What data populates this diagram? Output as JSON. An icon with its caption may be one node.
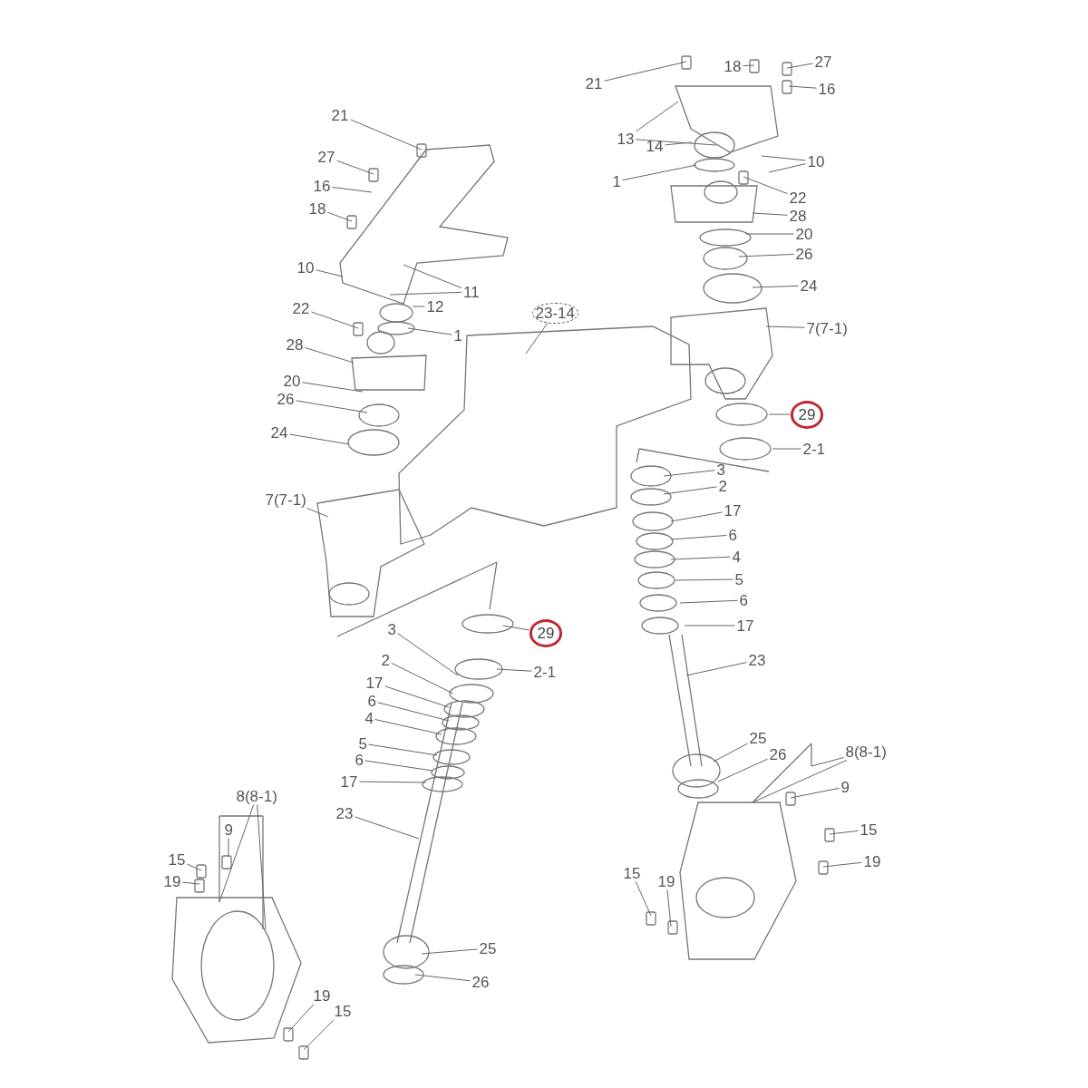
{
  "diagram": {
    "nodes": [
      {
        "text": [
          "21"
        ]
      },
      {
        "text": [
          "27"
        ]
      },
      {
        "text": [
          "16"
        ]
      },
      {
        "text": [
          "18"
        ]
      },
      {
        "text": [
          "10"
        ]
      },
      {
        "text": [
          "11"
        ]
      },
      {
        "text": [
          "12"
        ]
      },
      {
        "text": [
          "22"
        ]
      },
      {
        "text": [
          "1"
        ]
      },
      {
        "text": [
          "28"
        ]
      },
      {
        "text": [
          "20"
        ]
      },
      {
        "text": [
          "26"
        ]
      },
      {
        "text": [
          "24"
        ]
      },
      {
        "text": [
          "7(7-1)"
        ]
      },
      {
        "text": [
          "23-14"
        ]
      },
      {
        "text": [
          "21"
        ]
      },
      {
        "text": [
          "18"
        ]
      },
      {
        "text": [
          "27"
        ]
      },
      {
        "text": [
          "16"
        ]
      },
      {
        "text": [
          "13"
        ]
      },
      {
        "text": [
          "14"
        ]
      },
      {
        "text": [
          "1"
        ]
      },
      {
        "text": [
          "10"
        ]
      },
      {
        "text": [
          "22"
        ]
      },
      {
        "text": [
          "28"
        ]
      },
      {
        "text": [
          "20"
        ]
      },
      {
        "text": [
          "26"
        ]
      },
      {
        "text": [
          "24"
        ]
      },
      {
        "text": [
          "7(7-1)"
        ]
      },
      {
        "text": [
          "29"
        ]
      },
      {
        "text": [
          "2-1"
        ]
      },
      {
        "text": [
          "3"
        ]
      },
      {
        "text": [
          "2"
        ]
      },
      {
        "text": [
          "17"
        ]
      },
      {
        "text": [
          "6"
        ]
      },
      {
        "text": [
          "4"
        ]
      },
      {
        "text": [
          "5"
        ]
      },
      {
        "text": [
          "6"
        ]
      },
      {
        "text": [
          "17"
        ]
      },
      {
        "text": [
          "23"
        ]
      },
      {
        "text": [
          "25"
        ]
      },
      {
        "text": [
          "26"
        ]
      },
      {
        "text": [
          "8(8-1)"
        ]
      },
      {
        "text": [
          "9"
        ]
      },
      {
        "text": [
          "15"
        ]
      },
      {
        "text": [
          "19"
        ]
      },
      {
        "text": [
          "15"
        ]
      },
      {
        "text": [
          "19"
        ]
      },
      {
        "text": [
          "29"
        ]
      },
      {
        "text": [
          "3"
        ]
      },
      {
        "text": [
          "2-1"
        ]
      },
      {
        "text": [
          "2"
        ]
      },
      {
        "text": [
          "17"
        ]
      },
      {
        "text": [
          "6"
        ]
      },
      {
        "text": [
          "4"
        ]
      },
      {
        "text": [
          "5"
        ]
      },
      {
        "text": [
          "6"
        ]
      },
      {
        "text": [
          "17"
        ]
      },
      {
        "text": [
          "23"
        ]
      },
      {
        "text": [
          "25"
        ]
      },
      {
        "text": [
          "26"
        ]
      },
      {
        "text": [
          "8(8-1)"
        ]
      },
      {
        "text": [
          "9"
        ]
      },
      {
        "text": [
          "15"
        ]
      },
      {
        "text": [
          "19"
        ]
      },
      {
        "text": [
          "19"
        ]
      },
      {
        "text": [
          "15"
        ]
      }
    ],
    "edges": [
      {
        "from": 0,
        "to": null,
        "arrow": "none"
      },
      {
        "from": 1,
        "to": null,
        "arrow": "none"
      },
      {
        "from": 2,
        "to": null,
        "arrow": "none"
      },
      {
        "from": 3,
        "to": null,
        "arrow": "none"
      },
      {
        "from": 4,
        "to": null,
        "arrow": "none"
      },
      {
        "from": 5,
        "to": null,
        "arrow": "none"
      },
      {
        "from": 5,
        "to": null,
        "arrow": "none"
      },
      {
        "from": 6,
        "to": null,
        "arrow": "none"
      },
      {
        "from": 7,
        "to": null,
        "arrow": "none"
      },
      {
        "from": 8,
        "to": null,
        "arrow": "none"
      },
      {
        "from": 9,
        "to": null,
        "arrow": "none"
      },
      {
        "from": 10,
        "to": null,
        "arrow": "none"
      },
      {
        "from": 11,
        "to": null,
        "arrow": "none"
      },
      {
        "from": 12,
        "to": null,
        "arrow": "none"
      },
      {
        "from": 13,
        "to": null,
        "arrow": "none"
      },
      {
        "from": 14,
        "to": null,
        "arrow": "none"
      },
      {
        "from": 15,
        "to": null,
        "arrow": "none"
      },
      {
        "from": 16,
        "to": null,
        "arrow": "none"
      },
      {
        "from": 17,
        "to": null,
        "arrow": "none"
      },
      {
        "from": 18,
        "to": null,
        "arrow": "none"
      },
      {
        "from": 19,
        "to": null,
        "arrow": "none"
      },
      {
        "from": 19,
        "to": null,
        "arrow": "none"
      },
      {
        "from": 20,
        "to": null,
        "arrow": "none"
      },
      {
        "from": 21,
        "to": null,
        "arrow": "none"
      },
      {
        "from": 22,
        "to": null,
        "arrow": "none"
      },
      {
        "from": 22,
        "to": null,
        "arrow": "none"
      },
      {
        "from": 23,
        "to": null,
        "arrow": "none"
      },
      {
        "from": 24,
        "to": null,
        "arrow": "none"
      },
      {
        "from": 25,
        "to": null,
        "arrow": "none"
      },
      {
        "from": 26,
        "to": null,
        "arrow": "none"
      },
      {
        "from": 27,
        "to": null,
        "arrow": "none"
      },
      {
        "from": 28,
        "to": null,
        "arrow": "none"
      },
      {
        "from": 29,
        "to": null,
        "arrow": "none"
      },
      {
        "from": 30,
        "to": null,
        "arrow": "none"
      },
      {
        "from": 31,
        "to": null,
        "arrow": "none"
      },
      {
        "from": 32,
        "to": null,
        "arrow": "none"
      },
      {
        "from": 33,
        "to": null,
        "arrow": "none"
      },
      {
        "from": 34,
        "to": null,
        "arrow": "none"
      },
      {
        "from": 35,
        "to": null,
        "arrow": "none"
      },
      {
        "from": 36,
        "to": null,
        "arrow": "none"
      },
      {
        "from": 37,
        "to": null,
        "arrow": "none"
      },
      {
        "from": 38,
        "to": null,
        "arrow": "none"
      },
      {
        "from": 39,
        "to": null,
        "arrow": "none"
      },
      {
        "from": 40,
        "to": null,
        "arrow": "none"
      },
      {
        "from": 41,
        "to": null,
        "arrow": "none"
      },
      {
        "from": 42,
        "to": null,
        "arrow": "none"
      },
      {
        "from": 42,
        "to": null,
        "arrow": "none"
      },
      {
        "from": 43,
        "to": null,
        "arrow": "none"
      },
      {
        "from": 44,
        "to": null,
        "arrow": "none"
      },
      {
        "from": 45,
        "to": null,
        "arrow": "none"
      },
      {
        "from": 46,
        "to": null,
        "arrow": "none"
      },
      {
        "from": 47,
        "to": null,
        "arrow": "none"
      },
      {
        "from": 48,
        "to": null,
        "arrow": "none"
      },
      {
        "from": 49,
        "to": null,
        "arrow": "none"
      },
      {
        "from": 50,
        "to": null,
        "arrow": "none"
      },
      {
        "from": 51,
        "to": null,
        "arrow": "none"
      },
      {
        "from": 52,
        "to": null,
        "arrow": "none"
      },
      {
        "from": 53,
        "to": null,
        "arrow": "none"
      },
      {
        "from": 54,
        "to": null,
        "arrow": "none"
      },
      {
        "from": 55,
        "to": null,
        "arrow": "none"
      },
      {
        "from": 56,
        "to": null,
        "arrow": "none"
      },
      {
        "from": 57,
        "to": null,
        "arrow": "none"
      },
      {
        "from": 58,
        "to": null,
        "arrow": "none"
      },
      {
        "from": 59,
        "to": null,
        "arrow": "none"
      },
      {
        "from": 60,
        "to": null,
        "arrow": "none"
      },
      {
        "from": 61,
        "to": null,
        "arrow": "none"
      },
      {
        "from": 61,
        "to": null,
        "arrow": "none"
      },
      {
        "from": 62,
        "to": null,
        "arrow": "none"
      },
      {
        "from": 63,
        "to": null,
        "arrow": "none"
      },
      {
        "from": 64,
        "to": null,
        "arrow": "none"
      },
      {
        "from": 65,
        "to": null,
        "arrow": "none"
      },
      {
        "from": 66,
        "to": null,
        "arrow": "none"
      }
    ]
  }
}
